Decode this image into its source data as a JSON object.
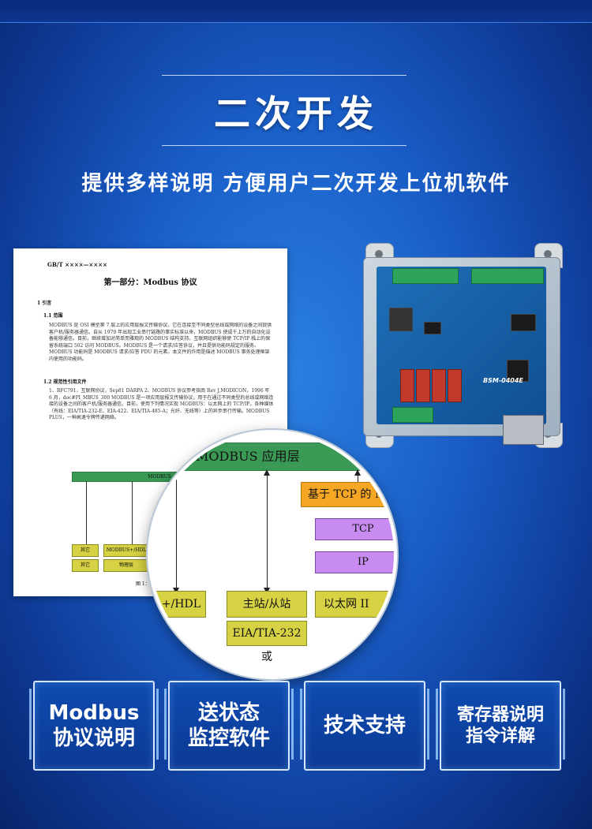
{
  "header": {
    "title": "二次开发",
    "subtitle": "提供多样说明 方便用户二次开发上位机软件"
  },
  "document": {
    "standard": "GB/T ××××—××××",
    "title": "第一部分：Modbus 协议",
    "sections": [
      "1   引言",
      "1.1   范围",
      "1.2   规范性引用文件"
    ],
    "para1": "MODBUS 是 OSI 模型第 7 层上的应用层报文传输协议，它在连接至不同类型总线或网络的设备之间提供客户机/服务器通信。自从 1979 年出现工业串行链路的事实标准以来，MODBUS 使成千上万的自动化设备能够通信。目前，继续增加对简单而雅观的 MODBUS 结构支持。互联网组织能够使 TCP/IP 栈上的保留系统端口 502 访问 MODBUS。MODBUS 是一个请求/应答协议，并且提供功能码规定的服务。MODBUS 功能码是 MODBUS 请求/应答 PDU 的元素。本文件的作用是描述 MODBUS 事务处理框架内使用的功能码。",
    "para2": "1、RFC791，互联网协议，Sep81 DARPA  2、MODBUS 协议参考指南 Rev J,MODICON，1996 年 6 月，doc#PI_MBUS_300  MODBUS 是一项应用层报文传输协议，用于在通过不同类型的总线或网络连接的设备之间的客户机/服务器通信。目前，使用下列情况实现 MODBUS：以太网上的 TCP/IP。各种媒体（有线：EIA/TIA-232-E、EIA-422、EIA/TIA-485-A；光纤、无线等）上的异步串行传输。MODBUS PLUS，一种高速令牌传递网络。",
    "diagram": {
      "bar": "MODBUS",
      "box1": "其它",
      "box2": "MODBUS+/HDL",
      "box3": "其它",
      "box4": "物理层",
      "caption": "图 1：MODBUS"
    }
  },
  "magnifier": {
    "app_layer": "MODBUS 应用层",
    "tcp_modbus": "基于 TCP 的 Modbus",
    "tcp": "TCP",
    "ip": "IP",
    "hdl": "+/HDL",
    "master_slave": "主站/从站",
    "ethernet": "以太网 II",
    "eia": "EIA/TIA-232 或"
  },
  "device": {
    "model": "BSM-0404E"
  },
  "features": [
    {
      "line1": "Modbus",
      "line2": "协议说明"
    },
    {
      "line1": "送状态",
      "line2": "监控软件"
    },
    {
      "line1": "技术支持",
      "line2": ""
    },
    {
      "line1": "寄存器说明",
      "line2": "指令详解"
    }
  ]
}
